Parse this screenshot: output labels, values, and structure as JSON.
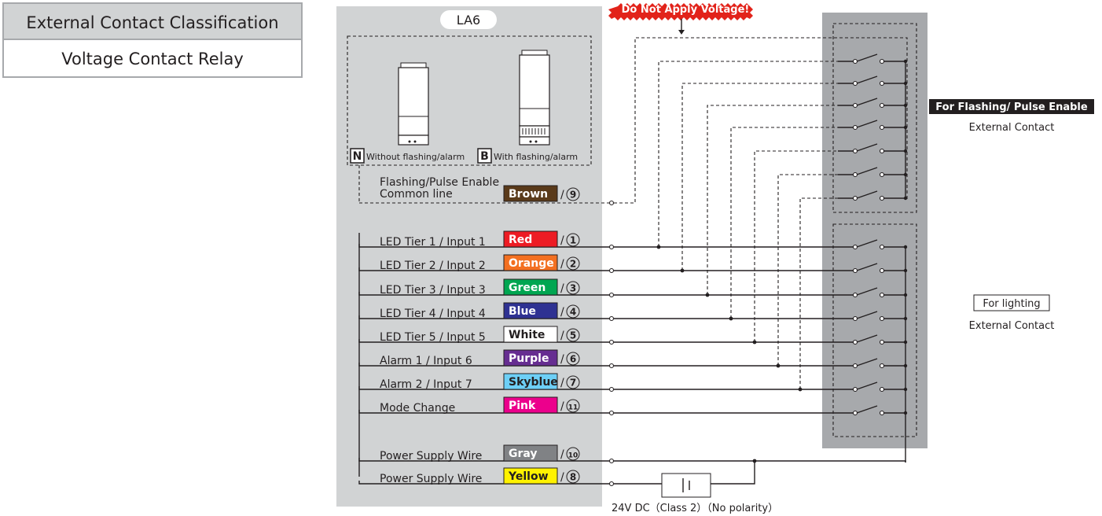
{
  "classification": {
    "header": "External Contact Classification",
    "value": "Voltage Contact Relay"
  },
  "device": {
    "name": "LA6",
    "variant_n": {
      "code": "N",
      "label": "Without flashing/alarm"
    },
    "variant_b": {
      "code": "B",
      "label": "With flashing/alarm"
    }
  },
  "warning": "Do Not Apply Voltage!",
  "common_wire": {
    "label_line1": "Flashing/Pulse Enable",
    "label_line2": "Common line",
    "color_name": "Brown",
    "color": "#5a3a1a",
    "number": "9"
  },
  "wires": [
    {
      "label": "LED Tier 1 / Input 1",
      "color_name": "Red",
      "color": "#ed1c24",
      "text": "#ffffff",
      "number": "1"
    },
    {
      "label": "LED Tier 2 / Input 2",
      "color_name": "Orange",
      "color": "#f37021",
      "text": "#ffffff",
      "number": "2"
    },
    {
      "label": "LED Tier 3 / Input 3",
      "color_name": "Green",
      "color": "#00a651",
      "text": "#ffffff",
      "number": "3"
    },
    {
      "label": "LED Tier 4 / Input 4",
      "color_name": "Blue",
      "color": "#2e3192",
      "text": "#ffffff",
      "number": "4"
    },
    {
      "label": "LED Tier 5 / Input 5",
      "color_name": "White",
      "color": "#ffffff",
      "text": "#231f20",
      "number": "5"
    },
    {
      "label": "Alarm 1 / Input 6",
      "color_name": "Purple",
      "color": "#662d91",
      "text": "#ffffff",
      "number": "6"
    },
    {
      "label": "Alarm 2 / Input 7",
      "color_name": "Skyblue",
      "color": "#6dcff6",
      "text": "#231f20",
      "number": "7"
    },
    {
      "label": "Mode Change",
      "color_name": "Pink",
      "color": "#ec008c",
      "text": "#ffffff",
      "number": "11"
    }
  ],
  "power_wires": [
    {
      "label": "Power Supply Wire",
      "color_name": "Gray",
      "color": "#808285",
      "text": "#ffffff",
      "number": "10"
    },
    {
      "label": "Power Supply Wire",
      "color_name": "Yellow",
      "color": "#fff200",
      "text": "#231f20",
      "number": "8"
    }
  ],
  "flash_contact": {
    "title": "For Flashing/ Pulse Enable",
    "subtitle": "External Contact"
  },
  "light_contact": {
    "title": "For lighting",
    "subtitle": "External Contact"
  },
  "power_supply": "24V DC（Class 2）（No polarity）",
  "colors": {
    "panel": "#d1d3d4",
    "relay_panel": "#a7a9ac",
    "ink": "#231f20"
  }
}
